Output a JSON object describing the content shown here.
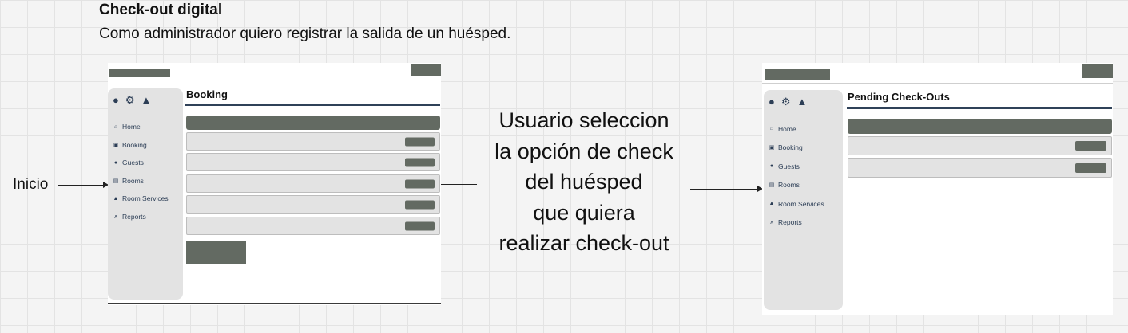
{
  "story": {
    "title": "Check-out digital",
    "description": "Como administrador quiero registrar la salida de un huésped."
  },
  "flow": {
    "start_label": "Inicio",
    "step_lines": [
      "Usuario seleccion",
      "la opción de check",
      "del huésped",
      "que quiera",
      "realizar check-out"
    ]
  },
  "wireframe_left": {
    "heading": "Booking",
    "sidebar_icons": [
      "user-icon",
      "gear-icon",
      "bell-icon"
    ],
    "nav": [
      "Home",
      "Booking",
      "Guests",
      "Rooms",
      "Room Services",
      "Reports"
    ],
    "row_count": 5
  },
  "wireframe_right": {
    "heading": "Pending Check-Outs",
    "sidebar_icons": [
      "user-icon",
      "gear-icon",
      "bell-icon"
    ],
    "nav": [
      "Home",
      "Booking",
      "Guests",
      "Rooms",
      "Room Services",
      "Reports"
    ],
    "row_count": 2
  },
  "colors": {
    "placeholder_dark": "#636a62",
    "sidebar_bg": "#e3e3e3",
    "accent_line": "#2f4158"
  }
}
